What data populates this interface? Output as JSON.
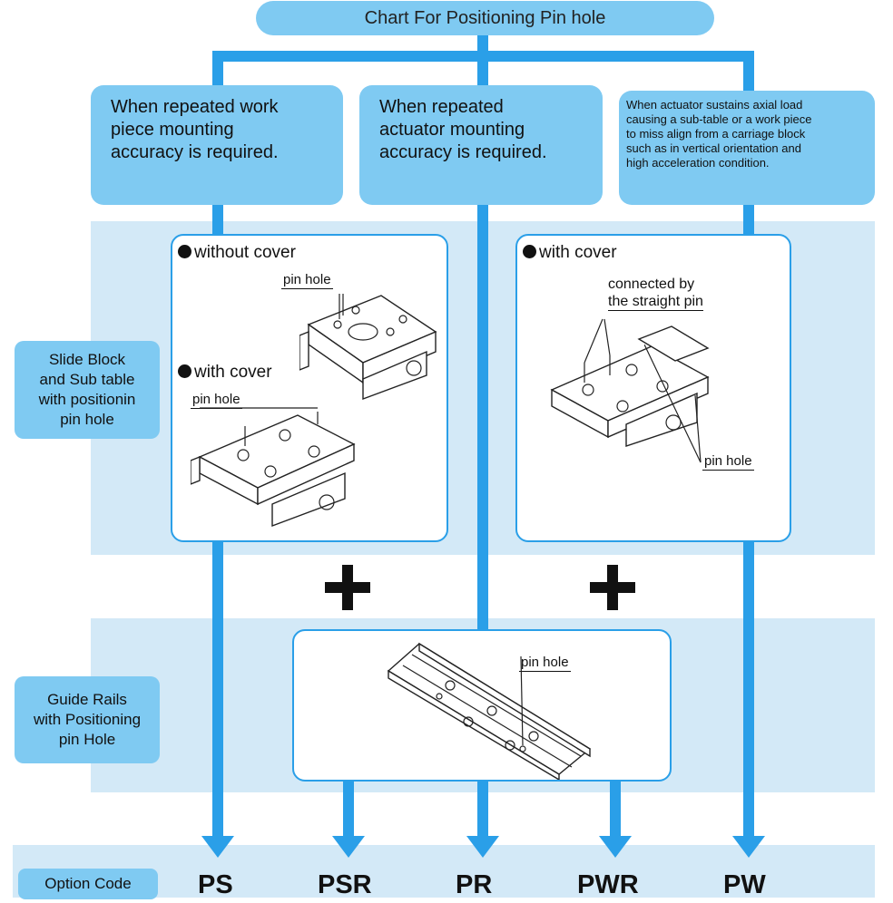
{
  "title": "Chart For Positioning Pin hole",
  "conditions": {
    "work_piece": [
      "When repeated work",
      "piece mounting",
      "accuracy is required."
    ],
    "actuator": [
      "When repeated",
      "actuator mounting",
      "accuracy is required."
    ],
    "axial_load": [
      "When actuator sustains axial load",
      "causing a sub-table or a work piece",
      "to miss align from a carriage block",
      "such as in vertical orientation and",
      "high acceleration condition."
    ]
  },
  "side_labels": {
    "slide_block": [
      "Slide Block",
      "and Sub table",
      "with positionin",
      "pin hole"
    ],
    "guide_rails": [
      "Guide Rails",
      "with Positioning",
      "pin Hole"
    ],
    "option_code": "Option Code"
  },
  "panels": {
    "left": {
      "without_cover": "without cover",
      "with_cover": "with cover",
      "pin_hole_1": "pin hole",
      "pin_hole_2": "pin hole"
    },
    "right": {
      "with_cover": "with cover",
      "connected": [
        "connected by",
        "the straight pin"
      ],
      "pin_hole": "pin hole"
    },
    "rail": {
      "pin_hole": "pin hole"
    }
  },
  "codes": [
    "PS",
    "PSR",
    "PR",
    "PWR",
    "PW"
  ],
  "colors": {
    "line": "#2a9fe8",
    "box": "#7fcaf2",
    "band": "#d3e9f7"
  }
}
